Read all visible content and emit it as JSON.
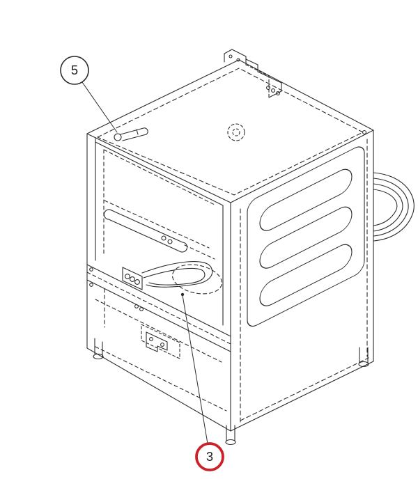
{
  "figure": {
    "kind": "isometric-parts-diagram",
    "background": "#ffffff",
    "line_color": "#2b2b2b",
    "callouts": [
      {
        "label": "5",
        "ring_color": "#2b2b2b",
        "ring_width": "1.6",
        "text_color": "#1a1a1a"
      },
      {
        "label": "3",
        "ring_color": "#cc2128",
        "ring_width": "3.8",
        "text_color": "#1a1a1a"
      }
    ]
  }
}
